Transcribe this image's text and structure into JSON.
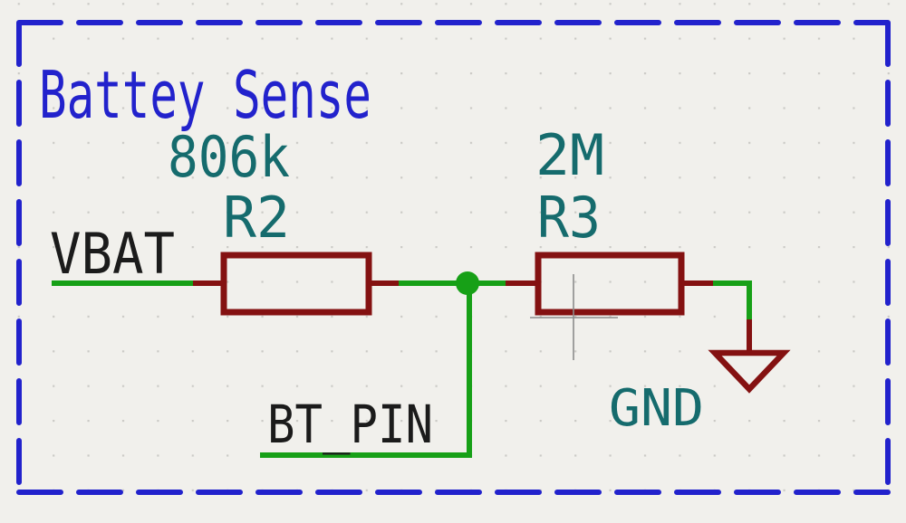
{
  "schematic": {
    "title_block": {
      "title": "Battey Sense"
    },
    "net_labels": {
      "vbat": "VBAT",
      "bt_pin": "BT_PIN"
    },
    "power_symbols": {
      "gnd": "GND"
    },
    "components": [
      {
        "type": "resistor",
        "reference": "R2",
        "value": "806k"
      },
      {
        "type": "resistor",
        "reference": "R3",
        "value": "2M"
      }
    ]
  },
  "colors": {
    "background": "#F1F0EC",
    "grid_dot": "#C7C6C2",
    "graphic_blue": "#2222CC",
    "field_teal": "#156B6D",
    "label_black": "#1B1B1B",
    "wire_green": "#17A017",
    "symbol_red": "#841111",
    "cursor_gray": "#8C8C8C"
  }
}
